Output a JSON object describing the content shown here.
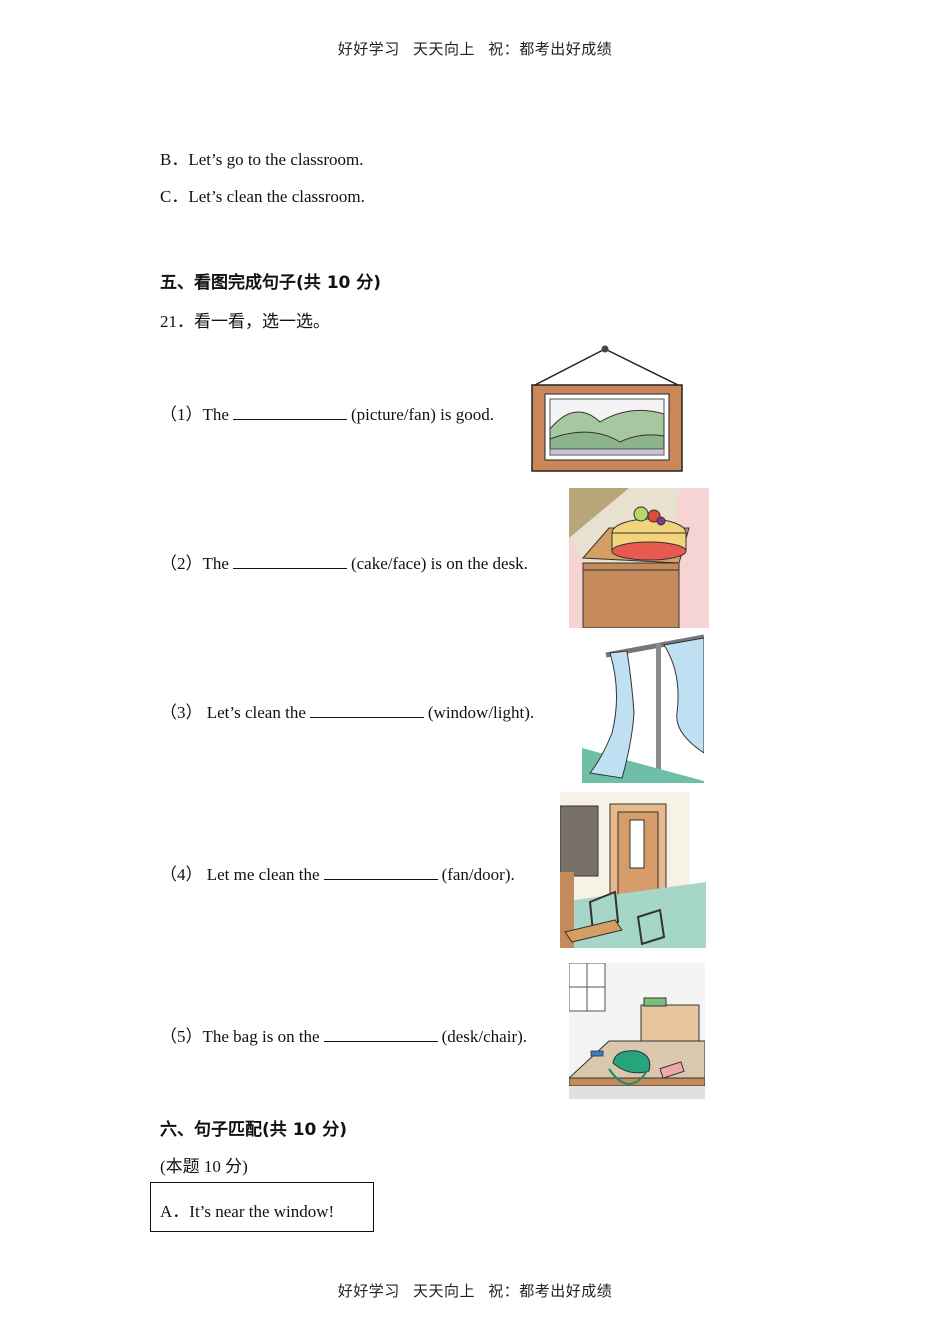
{
  "header": "好好学习 天天向上 祝：都考出好成绩",
  "footer": "好好学习 天天向上 祝：都考出好成绩",
  "options": {
    "b": "B．Let’s go to the classroom.",
    "c": "C．Let’s clean the classroom."
  },
  "section5": {
    "heading": "五、看图完成句子(共 10 分)",
    "question": "21．看一看，选一选。",
    "items": [
      {
        "prefix": "（1）The",
        "suffix": "(picture/fan) is good."
      },
      {
        "prefix": "（2）The",
        "suffix": "(cake/face) is on the desk."
      },
      {
        "prefix": "（3）  Let’s clean the",
        "suffix": "(window/light)."
      },
      {
        "prefix": "（4）  Let me clean the",
        "suffix": "(fan/door)."
      },
      {
        "prefix": "（5）The bag is on the",
        "suffix": "(desk/chair)."
      }
    ]
  },
  "section6": {
    "heading": "六、句子匹配(共 10 分)",
    "note": "(本题 10 分)",
    "box_a": "A．It’s near the window!"
  }
}
